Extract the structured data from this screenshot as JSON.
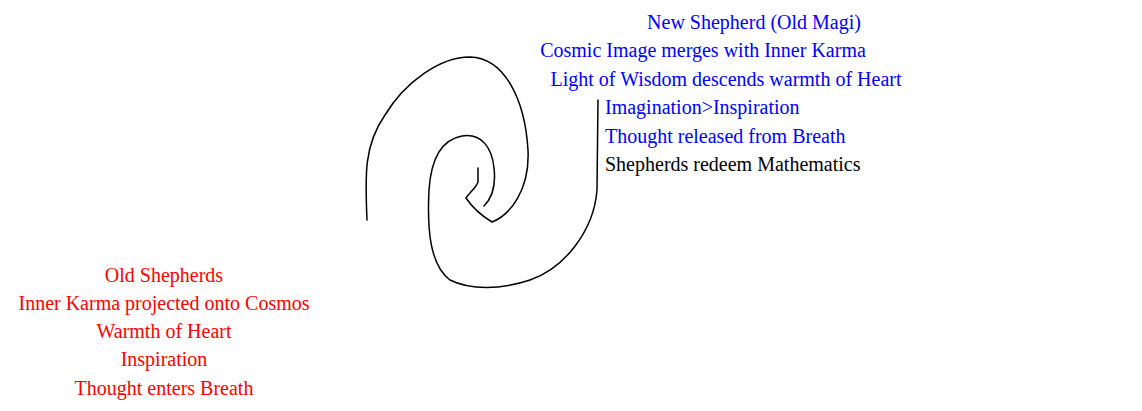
{
  "diagram": {
    "labels": [
      "New Shepherd (Old Magi)",
      "Cosmic Image merges with Inner Karma",
      "Light of Wisdom descends warmth of Heart",
      "Imagination>Inspiration",
      "Thought released from Breath",
      "Shepherds redeem Mathematics",
      "Old Shepherds",
      "Inner Karma projected onto Cosmos",
      "Warmth of Heart",
      "Inspiration",
      "Thought enters Breath"
    ]
  }
}
